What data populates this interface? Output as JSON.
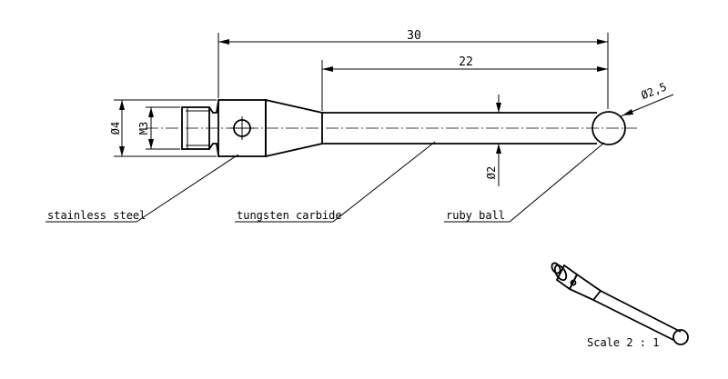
{
  "dimensions": {
    "overall_length": "30",
    "stem_length": "22",
    "body_diameter": "Ø4",
    "thread": "M3",
    "stem_diameter": "Ø2",
    "ball_diameter": "Ø2,5"
  },
  "callouts": {
    "body_material": "stainless steel",
    "stem_material": "tungsten carbide",
    "tip_material": "ruby ball"
  },
  "scale_label": "Scale 2 : 1"
}
